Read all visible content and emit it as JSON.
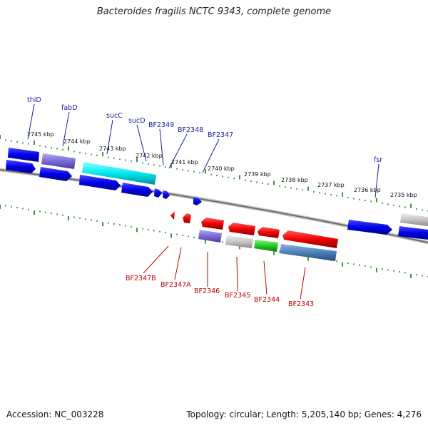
{
  "title": "Bacteroides fragilis NCTC 9343, complete genome",
  "footer": {
    "accession": "Accession: NC_003228",
    "summary": "Topology: circular; Length: 5,205,140 bp; Genes: 4,276"
  },
  "colors": {
    "top_label": "#1a1aa8",
    "bottom_label": "#c40000",
    "tick": "#0f7a0f",
    "backbone": "#8a8a8a"
  },
  "scale_labels": [
    {
      "id": "2745",
      "text": "2745 kbp"
    },
    {
      "id": "2744",
      "text": "2744 kbp"
    },
    {
      "id": "2743",
      "text": "2743 kbp"
    },
    {
      "id": "2742",
      "text": "2742 kbp"
    },
    {
      "id": "2741",
      "text": "2741 kbp"
    },
    {
      "id": "2740",
      "text": "2740 kbp"
    },
    {
      "id": "2739",
      "text": "2739 kbp"
    },
    {
      "id": "2738",
      "text": "2738 kbp"
    },
    {
      "id": "2737",
      "text": "2737 kbp"
    },
    {
      "id": "2736",
      "text": "2736 kbp"
    },
    {
      "id": "2735",
      "text": "2735 kbp"
    }
  ],
  "gene_labels_top": [
    {
      "id": "thiD",
      "text": "thiD"
    },
    {
      "id": "fabD",
      "text": "fabD"
    },
    {
      "id": "sucC",
      "text": "sucC"
    },
    {
      "id": "sucD",
      "text": "sucD"
    },
    {
      "id": "BF2349",
      "text": "BF2349"
    },
    {
      "id": "BF2348",
      "text": "BF2348"
    },
    {
      "id": "BF2347",
      "text": "BF2347"
    },
    {
      "id": "fsr",
      "text": "fsr"
    }
  ],
  "gene_labels_bottom": [
    {
      "id": "BF2347B",
      "text": "BF2347B"
    },
    {
      "id": "BF2347A",
      "text": "BF2347A"
    },
    {
      "id": "BF2346",
      "text": "BF2346"
    },
    {
      "id": "BF2345",
      "text": "BF2345"
    },
    {
      "id": "BF2344",
      "text": "BF2344"
    },
    {
      "id": "BF2343",
      "text": "BF2343"
    }
  ]
}
